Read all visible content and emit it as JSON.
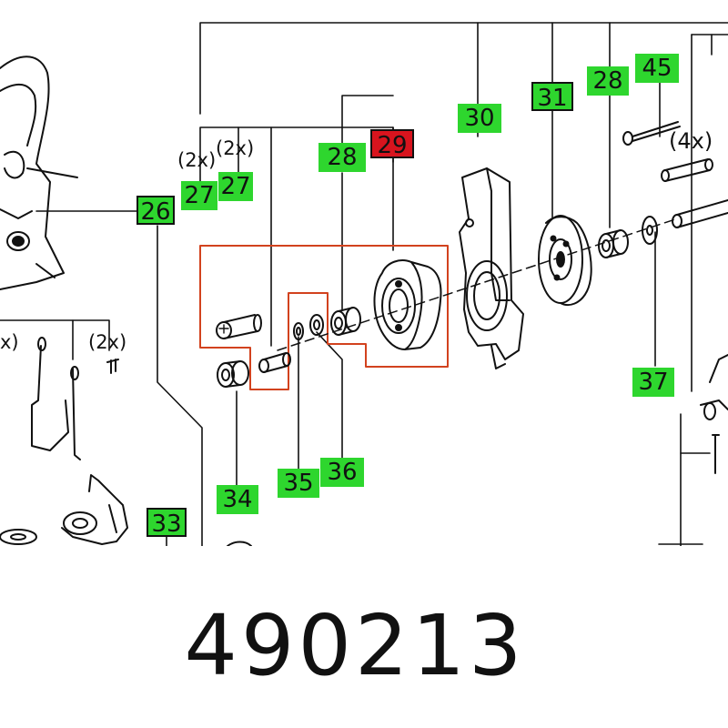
{
  "diagram": {
    "callouts": [
      {
        "id": "26",
        "label": "26",
        "style": "green boxed"
      },
      {
        "id": "27a",
        "label": "27",
        "style": "green"
      },
      {
        "id": "27b",
        "label": "27",
        "style": "green"
      },
      {
        "id": "28a",
        "label": "28",
        "style": "green"
      },
      {
        "id": "29",
        "label": "29",
        "style": "red"
      },
      {
        "id": "30",
        "label": "30",
        "style": "green"
      },
      {
        "id": "31",
        "label": "31",
        "style": "green boxed"
      },
      {
        "id": "28b",
        "label": "28",
        "style": "green"
      },
      {
        "id": "45",
        "label": "45",
        "style": "green"
      },
      {
        "id": "37",
        "label": "37",
        "style": "green"
      },
      {
        "id": "34",
        "label": "34",
        "style": "green"
      },
      {
        "id": "35",
        "label": "35",
        "style": "green"
      },
      {
        "id": "36",
        "label": "36",
        "style": "green"
      },
      {
        "id": "33",
        "label": "33",
        "style": "green boxed"
      }
    ],
    "quantity_notes": [
      {
        "id": "q1",
        "text": "(2x)"
      },
      {
        "id": "q2",
        "text": "(2x)"
      },
      {
        "id": "q3",
        "text": "(4x)"
      },
      {
        "id": "q4",
        "text": "(2x)"
      },
      {
        "id": "q5",
        "text": "x)"
      }
    ],
    "colors": {
      "callout_green": "#2ed62e",
      "callout_red": "#d8141e",
      "highlight_outline": "#d2421e",
      "ink": "#111111"
    }
  },
  "part_number": "490213"
}
